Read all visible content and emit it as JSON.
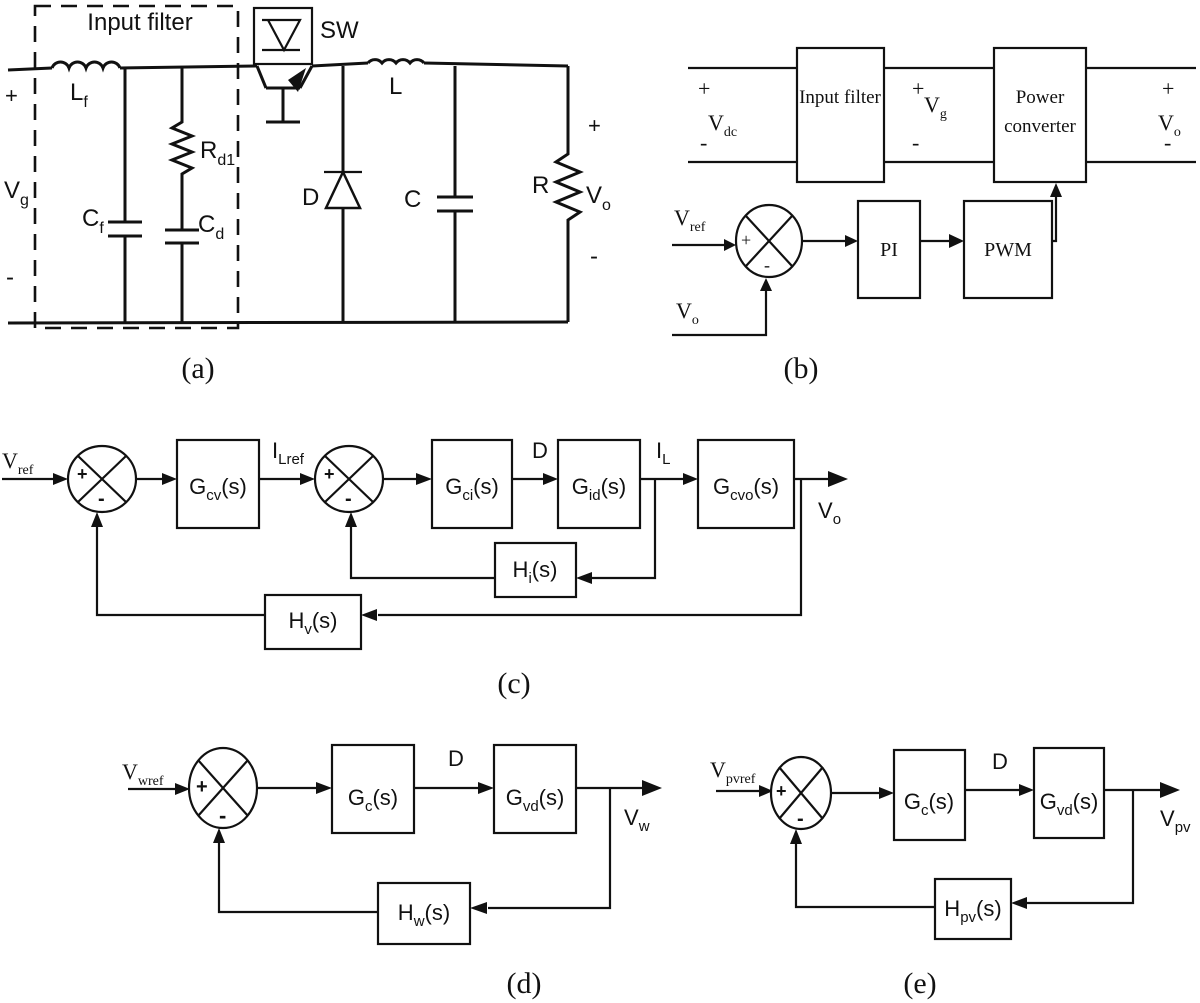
{
  "panel_a": {
    "caption": "(a)",
    "input_filter_label": "Input filter",
    "vg": {
      "main": "V",
      "sub": "g"
    },
    "plus": "+",
    "minus": "-",
    "lf": {
      "main": "L",
      "sub": "f"
    },
    "cf": {
      "main": "C",
      "sub": "f"
    },
    "rd1": {
      "main": "R",
      "sub": "d1"
    },
    "cd": {
      "main": "C",
      "sub": "d"
    },
    "sw": "SW",
    "l": "L",
    "d": "D",
    "c": "C",
    "r": "R",
    "vo": {
      "main": "V",
      "sub": "o"
    }
  },
  "panel_b": {
    "caption": "(b)",
    "vdc": {
      "main": "V",
      "sub": "dc"
    },
    "vg": {
      "main": "V",
      "sub": "g"
    },
    "vo": {
      "main": "V",
      "sub": "o"
    },
    "plus": "+",
    "minus": "-",
    "input_filter": "Input filter",
    "power_converter_l1": "Power",
    "power_converter_l2": "converter",
    "vref": {
      "main": "V",
      "sub": "ref"
    },
    "vo_in": {
      "main": "V",
      "sub": "o"
    },
    "pi": "PI",
    "pwm": "PWM"
  },
  "panel_c": {
    "caption": "(c)",
    "vref": {
      "main": "V",
      "sub": "ref"
    },
    "gcv": {
      "main": "G",
      "sub": "cv",
      "tail": "(s)"
    },
    "ilref": {
      "main": "I",
      "sub": "Lref"
    },
    "gci": {
      "main": "G",
      "sub": "ci",
      "tail": "(s)"
    },
    "d": "D",
    "gid": {
      "main": "G",
      "sub": "id",
      "tail": "(s)"
    },
    "il": {
      "main": "I",
      "sub": "L"
    },
    "gcvo": {
      "main": "G",
      "sub": "cvo",
      "tail": "(s)"
    },
    "vo": {
      "main": "V",
      "sub": "o"
    },
    "hi": {
      "main": "H",
      "sub": "i",
      "tail": "(s)"
    },
    "hv": {
      "main": "H",
      "sub": "v",
      "tail": "(s)"
    },
    "plus": "+",
    "minus": "-"
  },
  "panel_d": {
    "caption": "(d)",
    "vwref": {
      "main": "V",
      "sub": "wref"
    },
    "gc": {
      "main": "G",
      "sub": "c",
      "tail": "(s)"
    },
    "d": "D",
    "gvd": {
      "main": "G",
      "sub": "vd",
      "tail": "(s)"
    },
    "vw": {
      "main": "V",
      "sub": "w"
    },
    "hw": {
      "main": "H",
      "sub": "w",
      "tail": "(s)"
    },
    "plus": "+",
    "minus": "-"
  },
  "panel_e": {
    "caption": "(e)",
    "vpvref": {
      "main": "V",
      "sub": "pvref"
    },
    "gc": {
      "main": "G",
      "sub": "c",
      "tail": "(s)"
    },
    "d": "D",
    "gvd": {
      "main": "G",
      "sub": "vd",
      "tail": "(s)"
    },
    "vpv": {
      "main": "V",
      "sub": "pv"
    },
    "hpv": {
      "main": "H",
      "sub": "pv",
      "tail": "(s)"
    },
    "plus": "+",
    "minus": "-"
  }
}
